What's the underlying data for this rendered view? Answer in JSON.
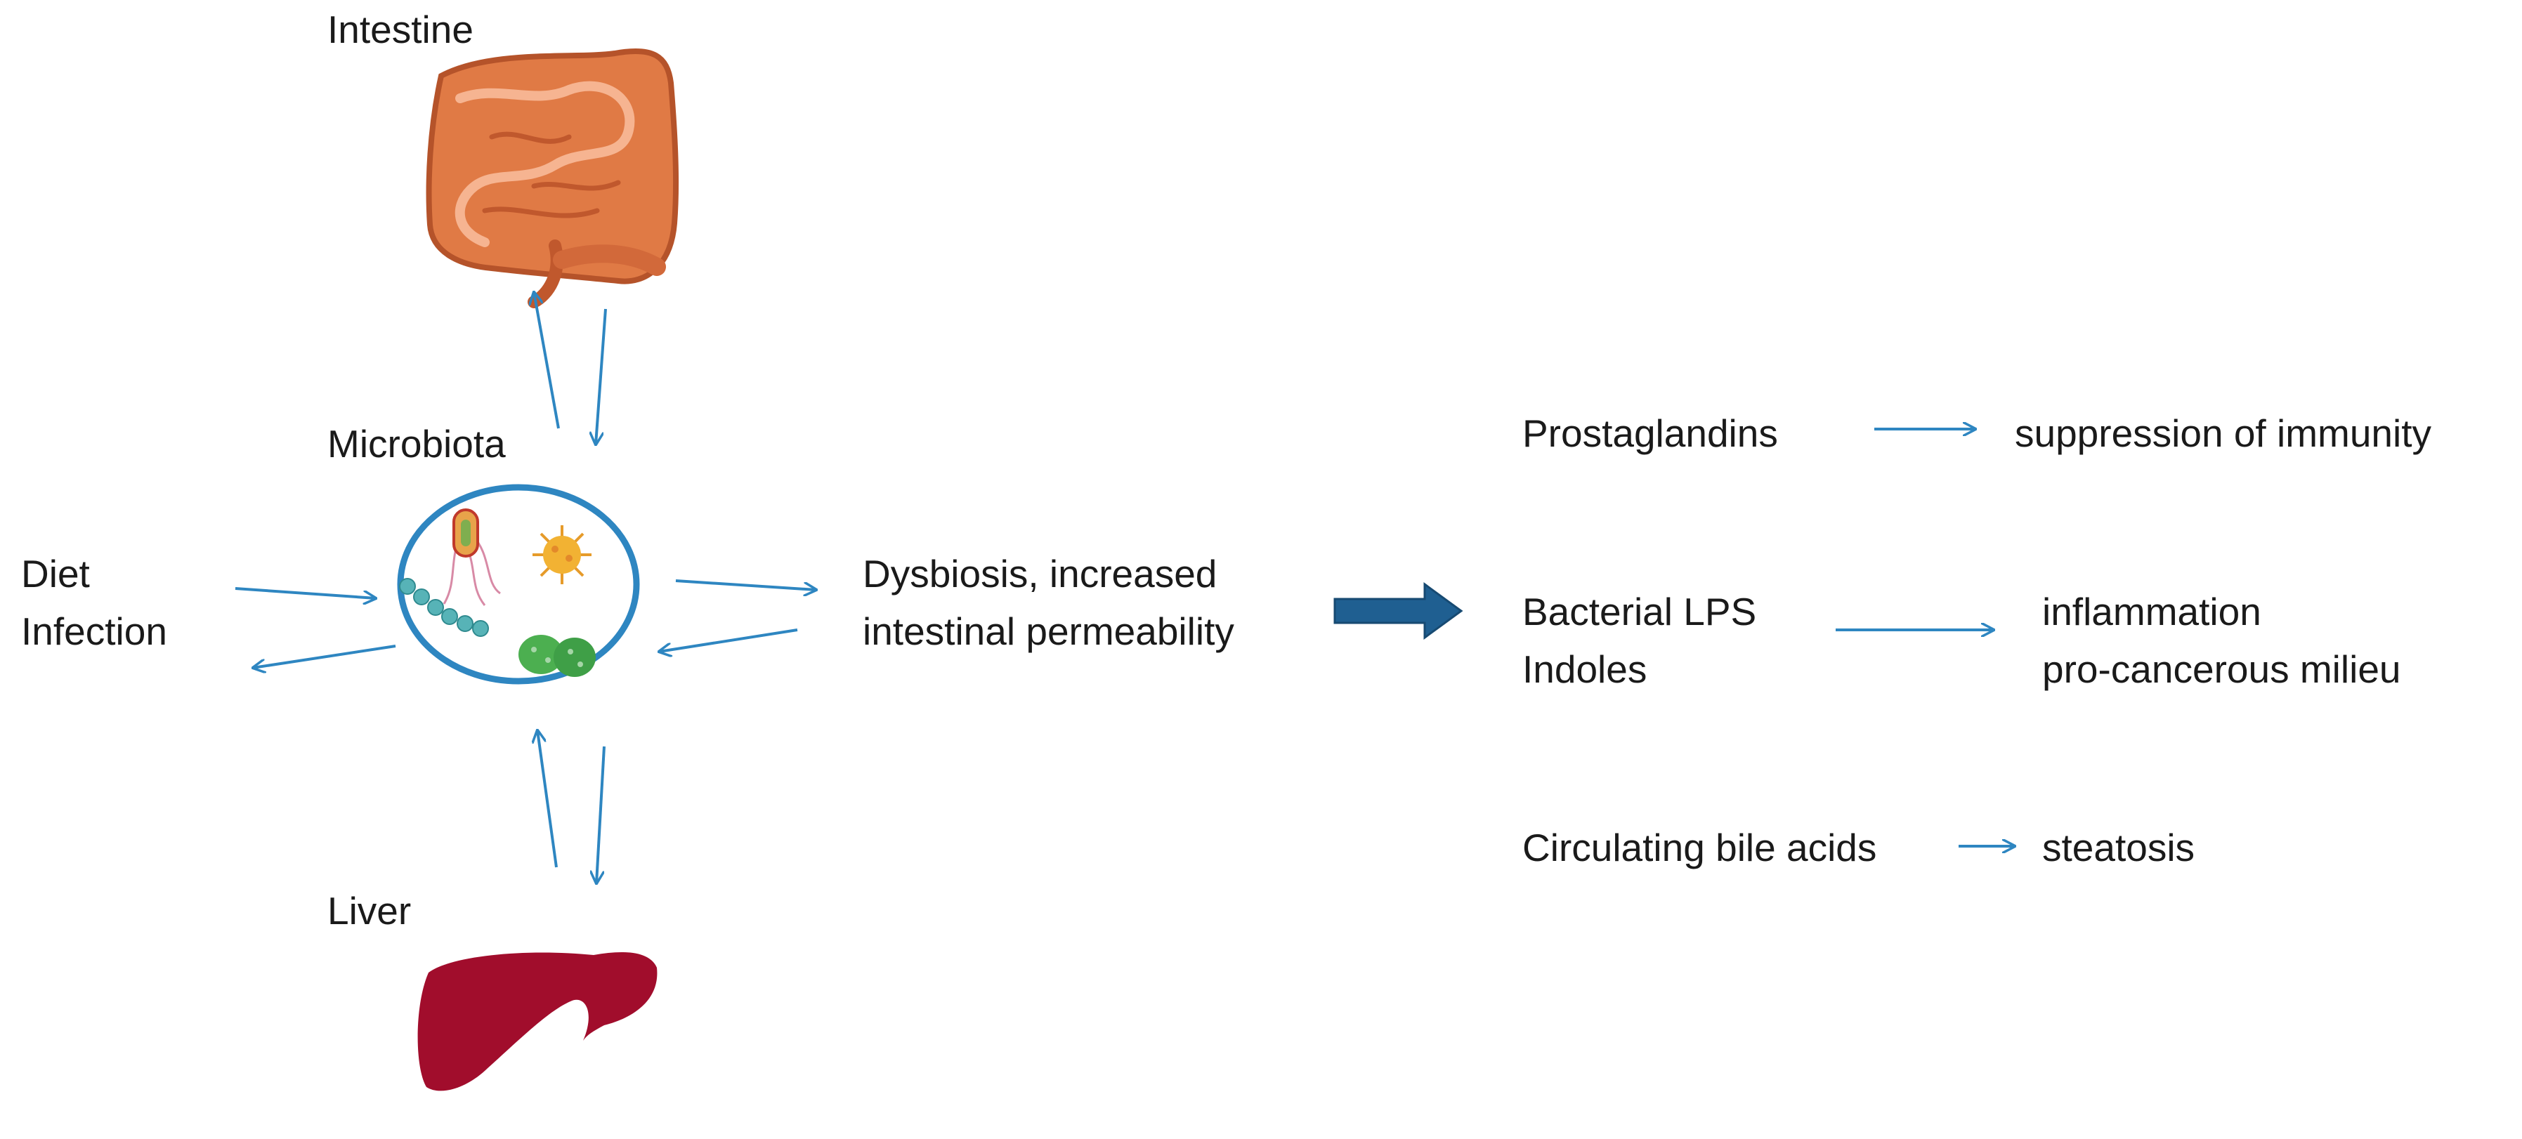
{
  "labels": {
    "intestine": "Intestine",
    "microbiota": "Microbiota",
    "liver": "Liver",
    "diet": "Diet",
    "infection": "Infection",
    "dysbiosis_line1": "Dysbiosis, increased",
    "dysbiosis_line2": "intestinal permeability"
  },
  "effects": {
    "prostaglandins": {
      "cause": "Prostaglandins",
      "outcome": "suppression of immunity"
    },
    "lps": {
      "cause_line1": "Bacterial LPS",
      "cause_line2": "Indoles",
      "outcome_line1": "inflammation",
      "outcome_line2": "pro-cancerous milieu"
    },
    "bile": {
      "cause": "Circulating bile acids",
      "outcome": "steatosis"
    }
  },
  "colors": {
    "arrow": "#2e86c1",
    "big_arrow": "#1f5f91",
    "circle": "#2e86c1",
    "intestine": "#e07a45",
    "liver": "#a10d2c"
  },
  "icons": [
    "intestine-icon",
    "microbe-icon",
    "liver-icon"
  ]
}
